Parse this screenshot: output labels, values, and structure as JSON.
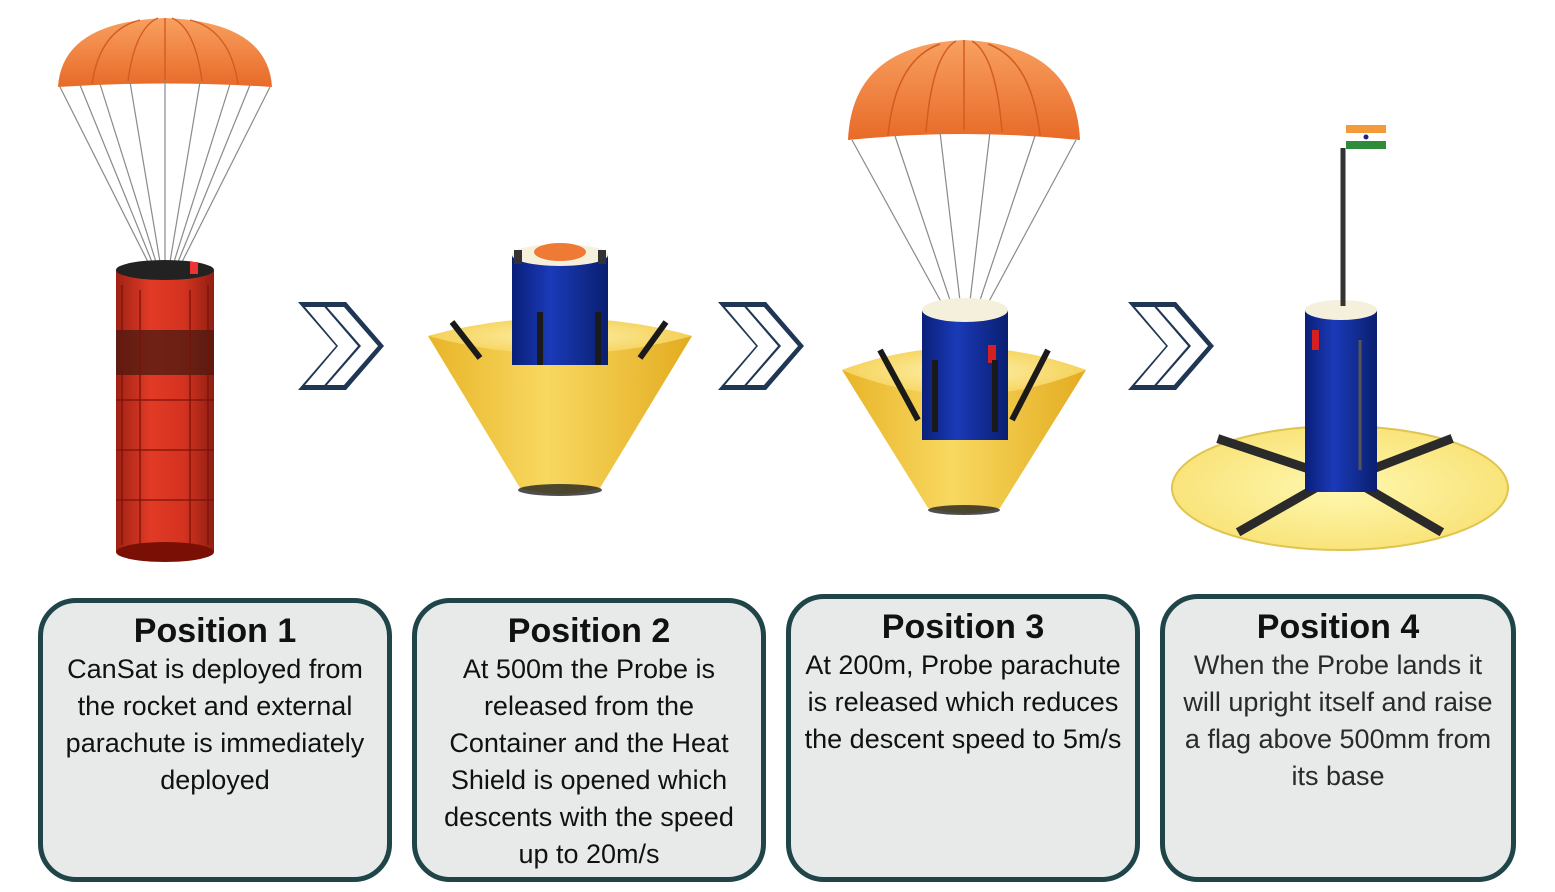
{
  "positions": [
    {
      "title": "Position 1",
      "text": "CanSat is deployed from the rocket and external parachute is immediately deployed"
    },
    {
      "title": "Position 2",
      "text": "At 500m the Probe is released from the Container and the Heat Shield is opened which descents with the speed up to 20m/s"
    },
    {
      "title": "Position 3",
      "text": "At 200m, Probe parachute is released which reduces the descent speed to 5m/s"
    },
    {
      "title": "Position 4",
      "text": "When the Probe lands it will upright itself and raise a flag above 500mm from its base"
    }
  ],
  "colors": {
    "card_border": "#1f4549",
    "card_fill": "#e8eaea",
    "parachute": "#f07f3e",
    "container": "#c8200f",
    "probe": "#102a9c",
    "heat_shield": "#f5cc44",
    "arrow": "#1f3655"
  },
  "icons": {
    "step_arrow": "double-chevron-right-icon",
    "flag": "india-flag-icon"
  }
}
